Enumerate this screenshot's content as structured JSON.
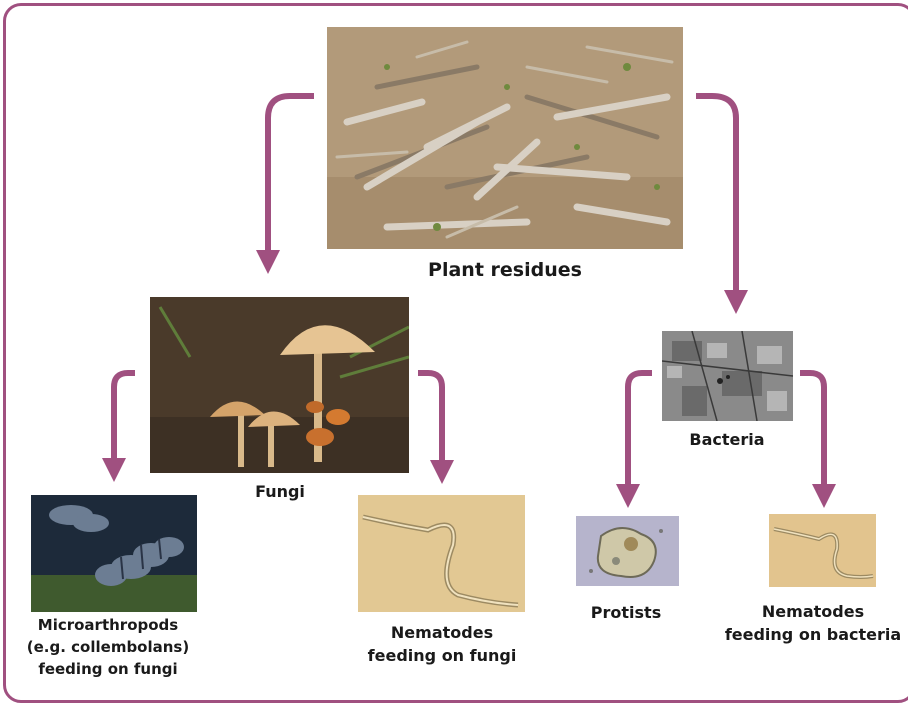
{
  "labels": {
    "plant_residues": "Plant residues",
    "fungi": "Fungi",
    "bacteria": "Bacteria",
    "microarthropods": "Microarthropods\n(e.g. collembolans)\nfeeding on fungi",
    "nematodes_fungi": "Nematodes\nfeeding on fungi",
    "protists": "Protists",
    "nematodes_bacteria": "Nematodes\nfeeding on bacteria"
  },
  "colors": {
    "frame": "#a05080",
    "arrow": "#a05080"
  }
}
